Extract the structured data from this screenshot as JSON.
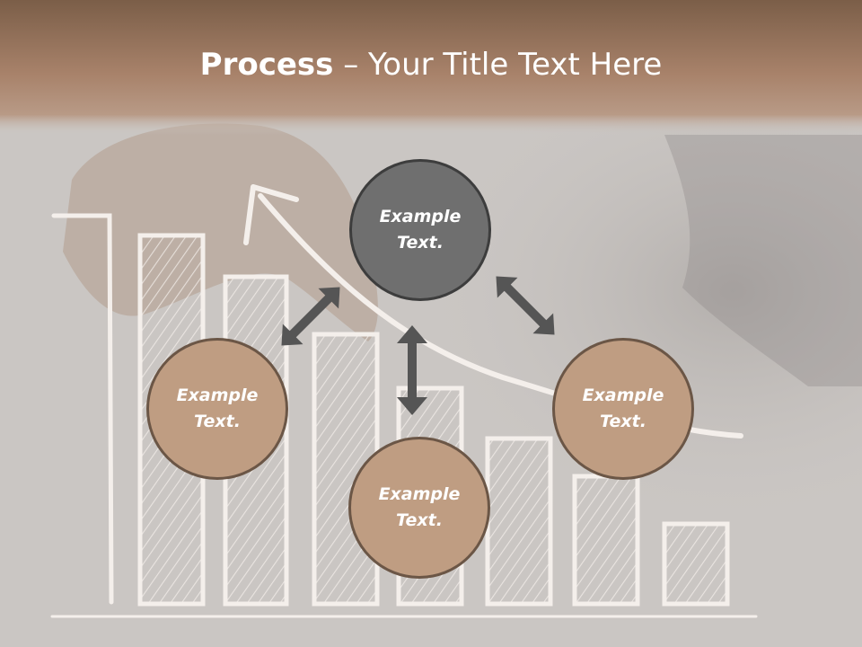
{
  "title": {
    "bold": "Process",
    "separator": " – ",
    "rest": "Your Title Text Here"
  },
  "nodes": {
    "top": {
      "line1": "Example",
      "line2": "Text."
    },
    "left": {
      "line1": "Example",
      "line2": "Text."
    },
    "bottom": {
      "line1": "Example",
      "line2": "Text."
    },
    "right": {
      "line1": "Example",
      "line2": "Text."
    }
  },
  "colors": {
    "title_bar": "#8a6a52",
    "node_grey": "#6f6f6f",
    "node_tan": "#bf9d82",
    "arrow": "#555555",
    "sketch": "#f4efeb"
  }
}
